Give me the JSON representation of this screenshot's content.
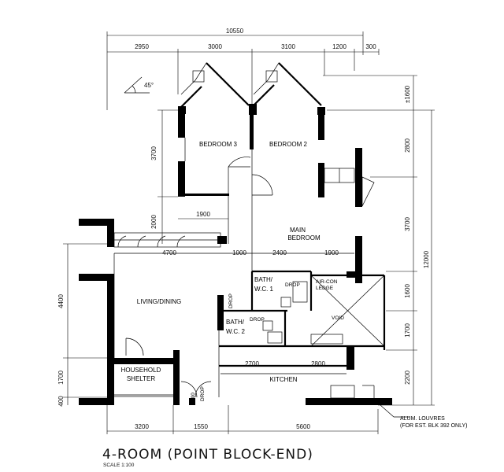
{
  "dimensions": {
    "top_total": "10550",
    "top": [
      "2950",
      "3000",
      "3100",
      "1200",
      "300"
    ],
    "bedroom3_height": "3700",
    "bedroom3_width": "1900",
    "left_2000": "2000",
    "row": [
      "4700",
      "1000",
      "2400",
      "1900"
    ],
    "left": [
      "4400",
      "1700",
      "400"
    ],
    "kitchen_top": [
      "2700",
      "2800"
    ],
    "bottom": [
      "3200",
      "1550",
      "5600"
    ],
    "right_total": "12000",
    "right": [
      "±1600",
      "2800",
      "3700",
      "1600",
      "1700",
      "2200"
    ]
  },
  "rooms": {
    "bedroom3": "BEDROOM 3",
    "bedroom2": "BEDROOM 2",
    "main_bedroom_1": "MAIN",
    "main_bedroom_2": "BEDROOM",
    "living": "LIVING/DINING",
    "bath1_1": "BATH/",
    "bath1_2": "W.C. 1",
    "bath2_1": "BATH/",
    "bath2_2": "W.C. 2",
    "aircon_1": "AIR-CON",
    "aircon_2": "LEDGE",
    "void": "VOID",
    "shelter_1": "HOUSEHOLD",
    "shelter_2": "SHELTER",
    "kitchen": "KITCHEN"
  },
  "drop_label": "DROP",
  "angle_label": "45°",
  "louvres_note_1": "ALUM. LOUVRES",
  "louvres_note_2": "(FOR EST. BLK 392 ONLY)",
  "title": "4-ROOM (POINT BLOCK-END)",
  "scale": "SCALE  1:100"
}
